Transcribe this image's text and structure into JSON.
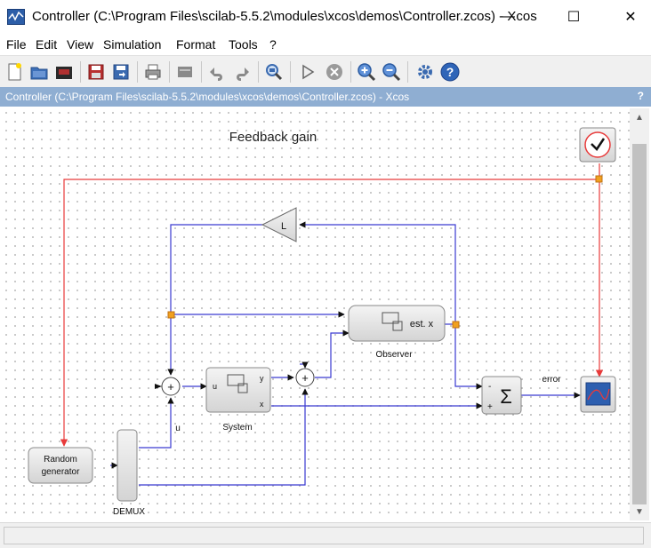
{
  "window": {
    "title": "Controller (C:\\Program Files\\scilab-5.5.2\\modules\\xcos\\demos\\Controller.zcos) - Xcos",
    "minimize": "—",
    "maximize": "☐",
    "close": "✕"
  },
  "menu": {
    "items": [
      "File",
      "Edit",
      "View",
      "Simulation",
      "Format",
      "Tools",
      "?"
    ]
  },
  "toolbar": {
    "icons": [
      "new-diagram-icon",
      "open-icon",
      "open-in-scilab-icon",
      "save-icon",
      "save-as-icon",
      "print-icon",
      "delete-icon",
      "undo-icon",
      "redo-icon",
      "fit-diagram-icon",
      "start-icon",
      "stop-icon",
      "zoom-in-icon",
      "zoom-out-icon",
      "setup-icon",
      "help-icon"
    ]
  },
  "inner_window": {
    "title": "Controller (C:\\Program Files\\scilab-5.5.2\\modules\\xcos\\demos\\Controller.zcos) - Xcos",
    "help": "?"
  },
  "diagram": {
    "caption": "Feedback gain",
    "gain_label": "L",
    "observer_inner": "est. x",
    "observer_label": "Observer",
    "system_port_u": "u",
    "system_port_y": "y",
    "system_port_x": "x",
    "system_label": "System",
    "sum_symbol": "Σ",
    "sum_minus": "-",
    "sum_plus": "+",
    "error_label": "error",
    "u_label": "u",
    "random_line1": "Random",
    "random_line2": "generator",
    "demux_label": "DEMUX",
    "adder_symbol": "+"
  },
  "colors": {
    "clock_link": "#e83a3a",
    "data_link": "#3a3ad0",
    "split_point": "#f0a020",
    "inner_bar": "#8faed2"
  }
}
